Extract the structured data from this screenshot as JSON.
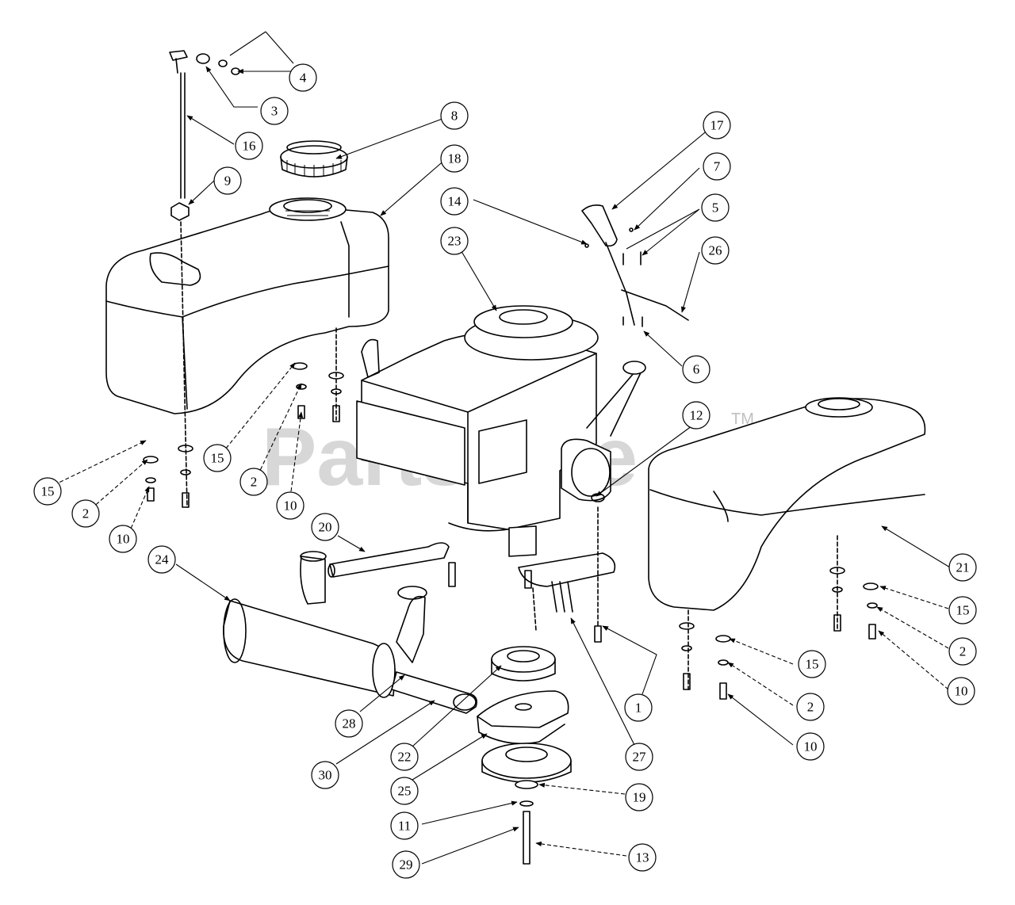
{
  "watermark": {
    "brand": "PartsTree",
    "tm": "TM"
  },
  "callouts": [
    "1",
    "2",
    "3",
    "4",
    "5",
    "6",
    "7",
    "8",
    "9",
    "10",
    "11",
    "12",
    "13",
    "14",
    "15",
    "16",
    "17",
    "18",
    "19",
    "20",
    "21",
    "22",
    "23",
    "24",
    "25",
    "26",
    "27",
    "28",
    "29",
    "30"
  ]
}
